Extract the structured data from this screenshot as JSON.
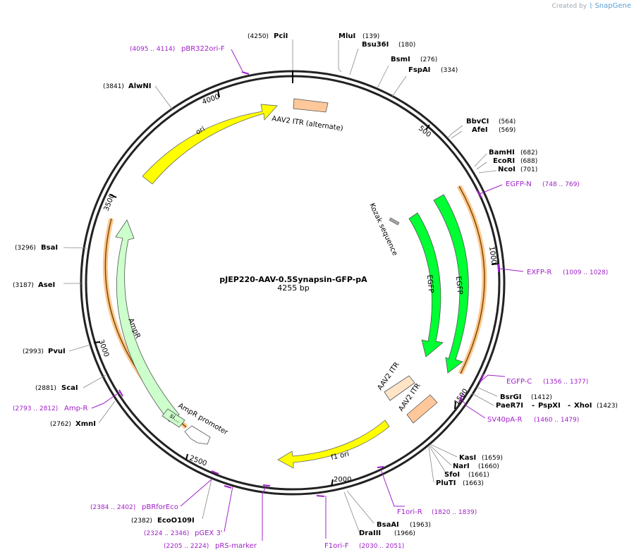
{
  "credit": {
    "created_by": "Created by",
    "brand": "SnapGene",
    "logo_icon": "snapgene-logo-icon"
  },
  "map": {
    "name": "pJEP220-AAV-0.5Synapsin-GFP-pA",
    "length_label": "4255 bp",
    "length": 4255
  },
  "ticks": [
    {
      "pos": 500,
      "label": "500"
    },
    {
      "pos": 1000,
      "label": "1000"
    },
    {
      "pos": 1500,
      "label": "1500"
    },
    {
      "pos": 2000,
      "label": "2000"
    },
    {
      "pos": 2500,
      "label": "2500"
    },
    {
      "pos": 3000,
      "label": "3000"
    },
    {
      "pos": 3500,
      "label": "3500"
    },
    {
      "pos": 4000,
      "label": "4000"
    }
  ],
  "features": [
    {
      "name": "AAV2 ITR (alternate)",
      "color": "#ffc89a",
      "type": "block"
    },
    {
      "name": "ori",
      "color": "#ffff00",
      "type": "arrow"
    },
    {
      "name": "Kozak sequence",
      "color": "#a0a0a0",
      "type": "block"
    },
    {
      "name": "EGFP",
      "color": "#00ff33",
      "type": "arrow"
    },
    {
      "name": "EGFP",
      "color": "#00ff33",
      "type": "arrow"
    },
    {
      "name": "AAV2 ITR",
      "color": "#ffe4c6",
      "type": "block"
    },
    {
      "name": "AAV2 ITR",
      "color": "#ffc89a",
      "type": "block"
    },
    {
      "name": "f1 ori",
      "color": "#ffff00",
      "type": "arrow"
    },
    {
      "name": "AmpR",
      "color": "#ccffcc",
      "type": "arrow"
    },
    {
      "name": "AmpR promoter",
      "color": "#ffffff",
      "type": "arrow"
    },
    {
      "name": "si...",
      "color": "#ccffcc",
      "type": "block"
    }
  ],
  "sites": [
    {
      "name": "PciI",
      "pos": "(4250)",
      "side": "left"
    },
    {
      "name": "MluI",
      "pos": "(139)",
      "side": "right"
    },
    {
      "name": "Bsu36I",
      "pos": "(180)",
      "side": "right"
    },
    {
      "name": "BsmI",
      "pos": "(276)",
      "side": "right"
    },
    {
      "name": "FspAI",
      "pos": "(334)",
      "side": "right"
    },
    {
      "name": "BbvCI",
      "pos": "(564)",
      "side": "right"
    },
    {
      "name": "AfeI",
      "pos": "(569)",
      "side": "right"
    },
    {
      "name": "BamHI",
      "pos": "(682)",
      "side": "right"
    },
    {
      "name": "EcoRI",
      "pos": "(688)",
      "side": "right"
    },
    {
      "name": "NcoI",
      "pos": "(701)",
      "side": "right"
    },
    {
      "name": "BsrGI",
      "pos": "(1412)",
      "side": "right"
    },
    {
      "name": "PaeR7I",
      "pos": "",
      "side": "right",
      "joiner": "-"
    },
    {
      "name": "PspXI",
      "pos": "",
      "side": "right",
      "joiner": "-"
    },
    {
      "name": "XhoI",
      "pos": "(1423)",
      "side": "right"
    },
    {
      "name": "KasI",
      "pos": "(1659)",
      "side": "right"
    },
    {
      "name": "NarI",
      "pos": "(1660)",
      "side": "right"
    },
    {
      "name": "SfoI",
      "pos": "(1661)",
      "side": "right"
    },
    {
      "name": "PluTI",
      "pos": "(1663)",
      "side": "right"
    },
    {
      "name": "BsaAI",
      "pos": "(1963)",
      "side": "right"
    },
    {
      "name": "DraIII",
      "pos": "(1966)",
      "side": "right"
    },
    {
      "name": "EcoO109I",
      "pos": "(2382)",
      "side": "left"
    },
    {
      "name": "XmnI",
      "pos": "(2762)",
      "side": "left"
    },
    {
      "name": "ScaI",
      "pos": "(2881)",
      "side": "left"
    },
    {
      "name": "PvuI",
      "pos": "(2993)",
      "side": "left"
    },
    {
      "name": "AseI",
      "pos": "(3187)",
      "side": "left"
    },
    {
      "name": "BsaI",
      "pos": "(3296)",
      "side": "left"
    },
    {
      "name": "AlwNI",
      "pos": "(3841)",
      "side": "left"
    }
  ],
  "primers": [
    {
      "name": "pBR322ori-F",
      "pos": "(4095 .. 4114)",
      "side": "left"
    },
    {
      "name": "EGFP-N",
      "pos": "(748 .. 769)",
      "side": "right"
    },
    {
      "name": "EXFP-R",
      "pos": "(1009 .. 1028)",
      "side": "right"
    },
    {
      "name": "EGFP-C",
      "pos": "(1356 .. 1377)",
      "side": "right"
    },
    {
      "name": "SV40pA-R",
      "pos": "(1460 .. 1479)",
      "side": "right"
    },
    {
      "name": "F1ori-R",
      "pos": "(1820 .. 1839)",
      "side": "right"
    },
    {
      "name": "F1ori-F",
      "pos": "(2030 .. 2051)",
      "side": "right"
    },
    {
      "name": "pRS-marker",
      "pos": "(2205 .. 2224)",
      "side": "left"
    },
    {
      "name": "pGEX 3'",
      "pos": "(2324 .. 2346)",
      "side": "left"
    },
    {
      "name": "pBRforEco",
      "pos": "(2384 .. 2402)",
      "side": "left"
    },
    {
      "name": "Amp-R",
      "pos": "(2793 .. 2812)",
      "side": "left"
    }
  ],
  "colors": {
    "backbone": "#222222",
    "primer": "#a020c8",
    "leader": "#888888",
    "primer_highlight": "#ffb060"
  }
}
